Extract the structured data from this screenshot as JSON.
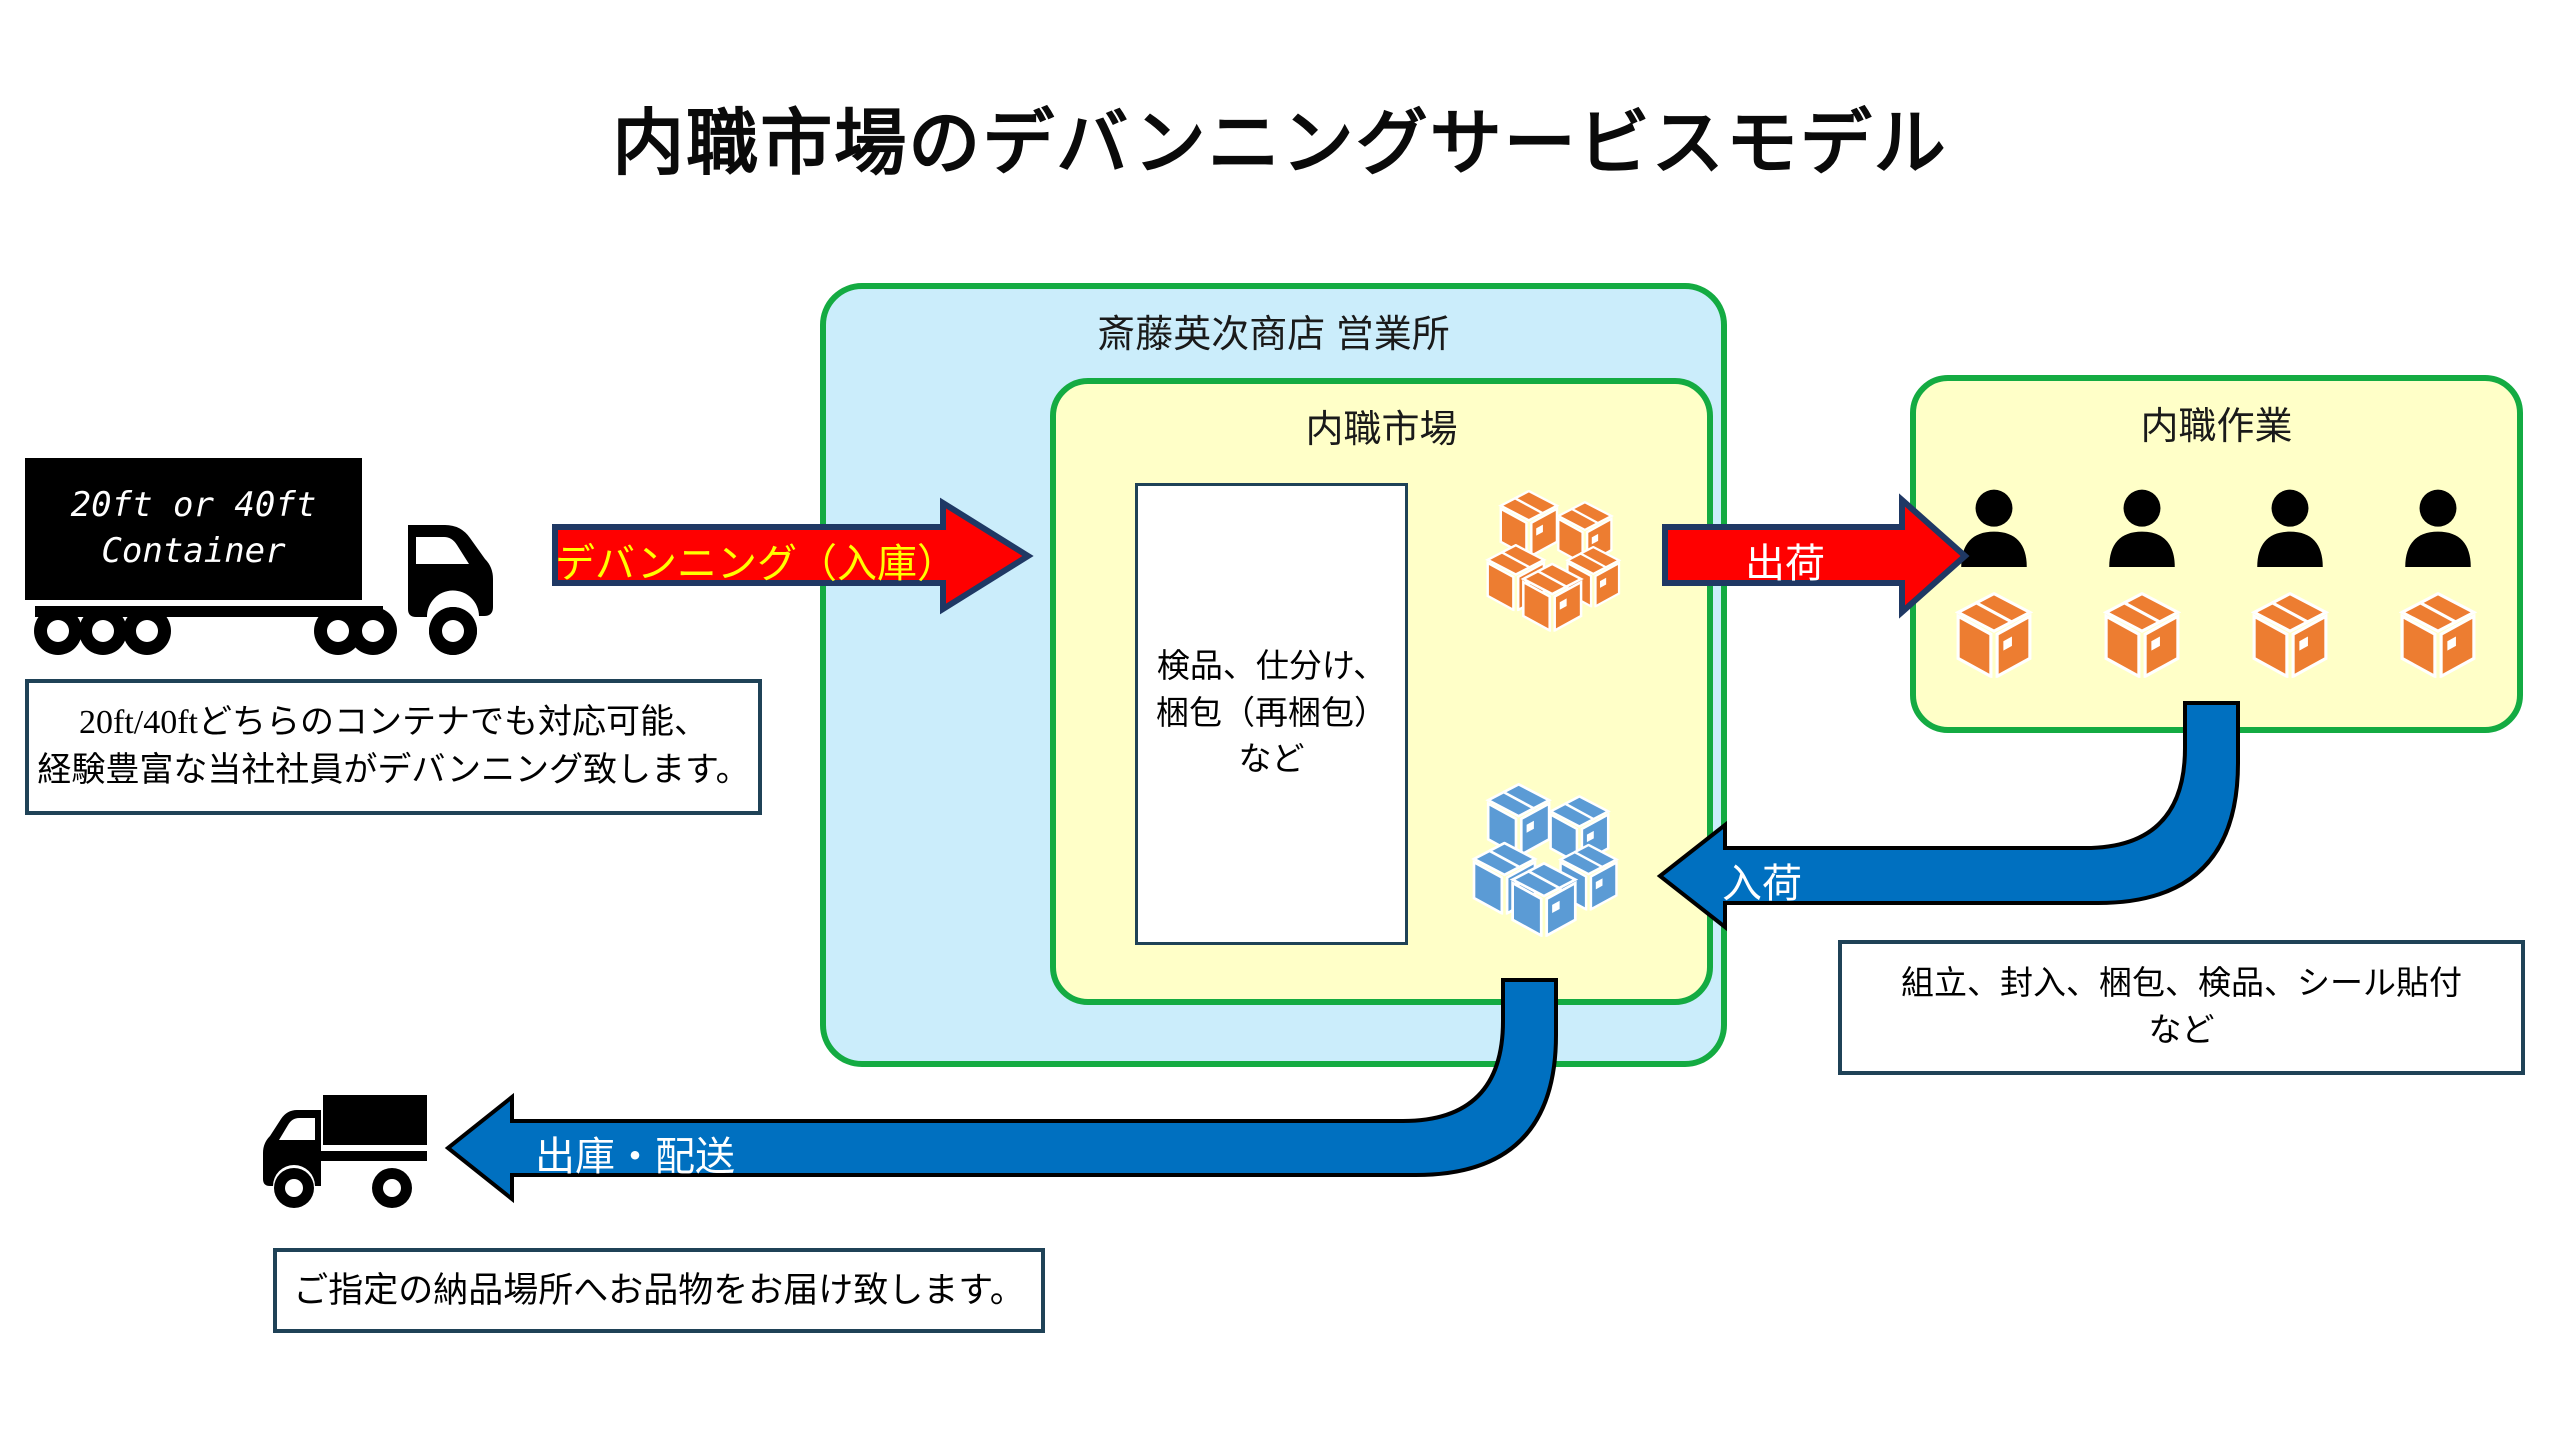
{
  "title": "内職市場のデバンニングサービスモデル",
  "container_truck": {
    "icon": "container-truck-icon",
    "label_line1": "20ft or 40ft",
    "label_line2": "Container"
  },
  "note_container": {
    "line1": "20ft/40ftどちらのコンテナでも対応可能、",
    "line2": "経験豊富な当社社員がデバンニング致します。"
  },
  "office": {
    "label": "斎藤英次商店 営業所"
  },
  "ichiba": {
    "label": "内職市場",
    "work_note": {
      "line1": "検品、仕分け、",
      "line2": "梱包（再梱包）",
      "line3": "など"
    }
  },
  "sagyo": {
    "label": "内職作業",
    "worker_count": 4
  },
  "arrows": {
    "devanning": "デバンニング（入庫）",
    "shukka": "出荷",
    "nyuka": "入荷",
    "shukko": "出庫・配送"
  },
  "note_sagyo": {
    "line1": "組立、封入、梱包、検品、シール貼付",
    "line2": "など"
  },
  "note_delivery": {
    "line1": "ご指定の納品場所へお品物をお届け致します。"
  },
  "icons": {
    "orange_stack": "orange-box-stack-icon",
    "blue_stack": "blue-box-stack-icon",
    "worker": "person-icon",
    "worker_box": "box-icon",
    "delivery_truck": "delivery-truck-icon"
  },
  "colors": {
    "green_border": "#14ab42",
    "light_blue_bg": "#cbedfb",
    "yellow_bg": "#ffffc8",
    "red_arrow": "#ff0000",
    "red_arrow_outline": "#1f3864",
    "blue_arrow": "#0070c0",
    "orange_box": "#ed7d31",
    "blue_box": "#5b9bd5",
    "note_border": "#1f4257",
    "arrow_text_yellow": "#ffff00"
  }
}
